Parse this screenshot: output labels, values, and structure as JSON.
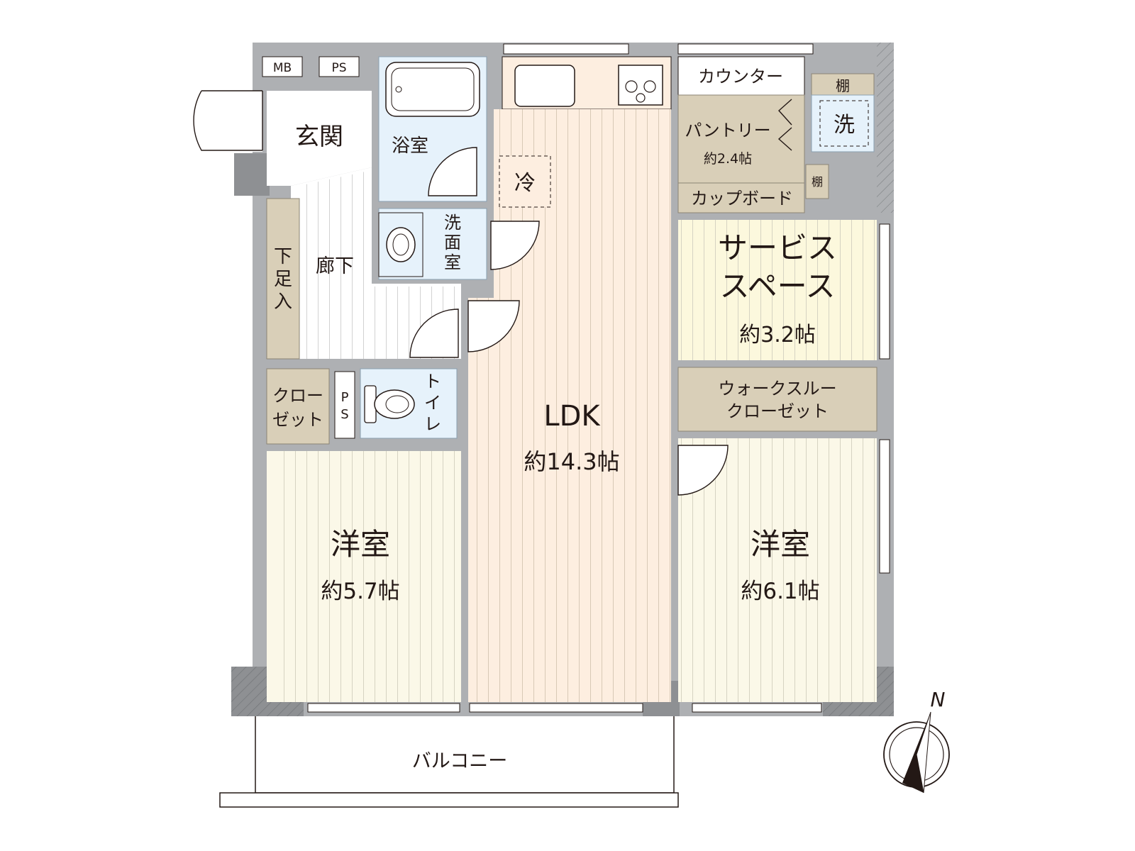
{
  "rooms": {
    "mb": "MB",
    "ps_top": "PS",
    "genkan": "玄関",
    "bath": "浴室",
    "washroom": [
      "洗",
      "面",
      "室"
    ],
    "fridge": "冷",
    "counter": "カウンター",
    "pantry": {
      "name": "パントリー",
      "size": "約2.4帖"
    },
    "shelf_top": "棚",
    "shelf_side": "棚",
    "washer": "洗",
    "cupboard": "カップボード",
    "hallway": "廊下",
    "shoe_storage": [
      "下",
      "足",
      "入"
    ],
    "service_space": {
      "name_line1": "サービス",
      "name_line2": "スペース",
      "size": "約3.2帖"
    },
    "walk_through_closet": {
      "line1": "ウォークスルー",
      "line2": "クローゼット"
    },
    "closet": {
      "line1": "クロー",
      "line2": "ゼット"
    },
    "ps_toilet": [
      "P",
      "S"
    ],
    "toilet": [
      "ト",
      "イ",
      "レ"
    ],
    "ldk": {
      "name": "LDK",
      "size": "約14.3帖"
    },
    "western_left": {
      "name": "洋室",
      "size": "約5.7帖"
    },
    "western_right": {
      "name": "洋室",
      "size": "約6.1帖"
    },
    "balcony": "バルコニー"
  },
  "compass": {
    "label": "N"
  },
  "colors": {
    "wall": "#aeb0b3",
    "wall_dark": "#8e9093",
    "wet_area": "#e6f2fb",
    "ldk_floor": "#fdeee0",
    "western_floor": "#fbf8e8",
    "service_floor": "#fcf8dd",
    "storage": "#d9cfb8",
    "hall_floor": "#ffffff",
    "text": "#231815"
  }
}
